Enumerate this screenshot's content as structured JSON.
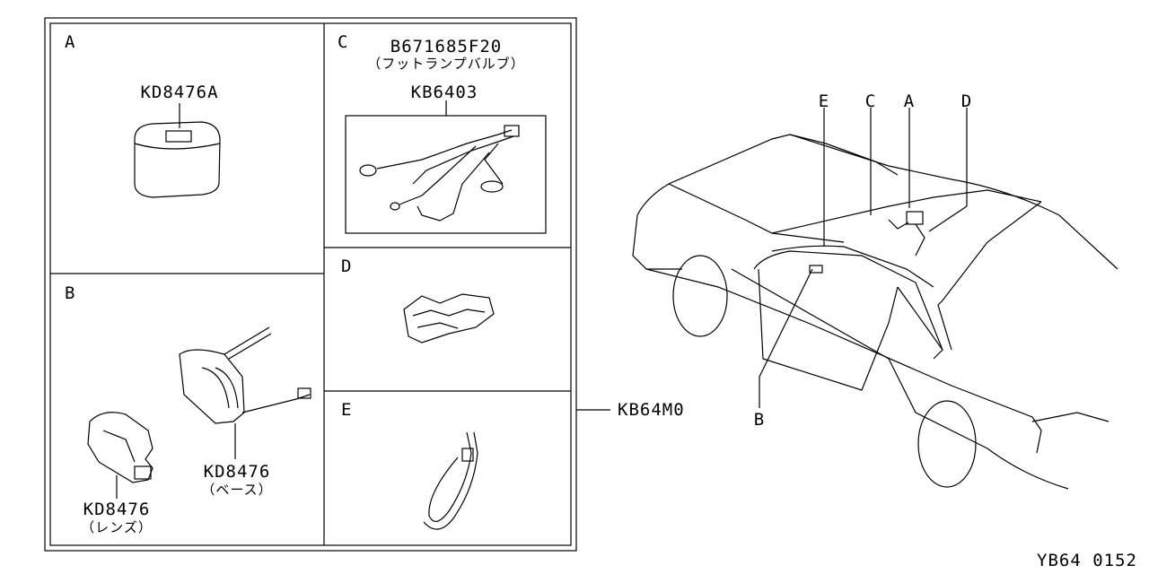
{
  "panels": {
    "a": {
      "letter": "A",
      "part": "KD8476A"
    },
    "b": {
      "letter": "B",
      "part_base": "KD8476",
      "part_base_note": "（ベース）",
      "part_lens": "KD8476",
      "part_lens_note": "（レンズ）"
    },
    "c": {
      "letter": "C",
      "bulb_part": "B671685F20",
      "bulb_note": "（フットランプバルブ）",
      "harness_part": "KB6403"
    },
    "d": {
      "letter": "D"
    },
    "e": {
      "letter": "E"
    }
  },
  "assembly_part": "KB64M0",
  "car_callouts": {
    "e": "E",
    "c": "C",
    "a": "A",
    "d": "D",
    "b": "B"
  },
  "diagram_code": "YB64 0152"
}
